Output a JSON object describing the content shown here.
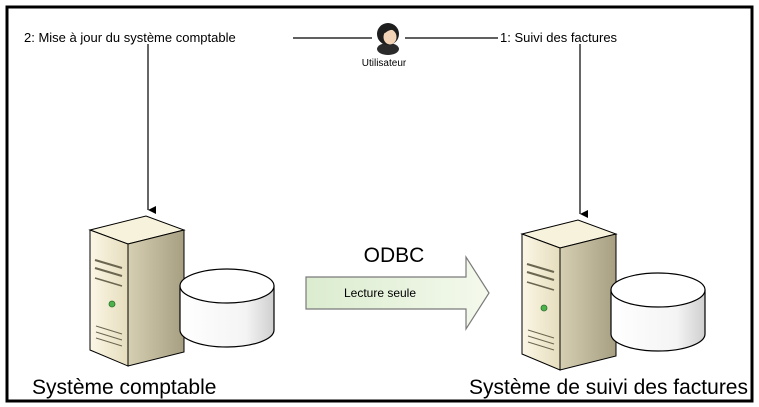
{
  "labels": {
    "step2": "2: Mise à jour du système comptable",
    "step1": "1: Suivi des factures",
    "user": "Utilisateur",
    "odbc": "ODBC",
    "readonly": "Lecture seule",
    "left_system": "Système comptable",
    "right_system": "Système de suivi des factures"
  },
  "icons": {
    "user": "user-icon",
    "server": "server-icon",
    "database": "database-icon"
  },
  "colors": {
    "border": "#000000",
    "server_body": "#f2edd9",
    "server_side": "#c7c0a4",
    "disk": "#ffffff",
    "arrow_fill": "#e8f3d8",
    "arrow_stroke": "#7a7a7a"
  }
}
